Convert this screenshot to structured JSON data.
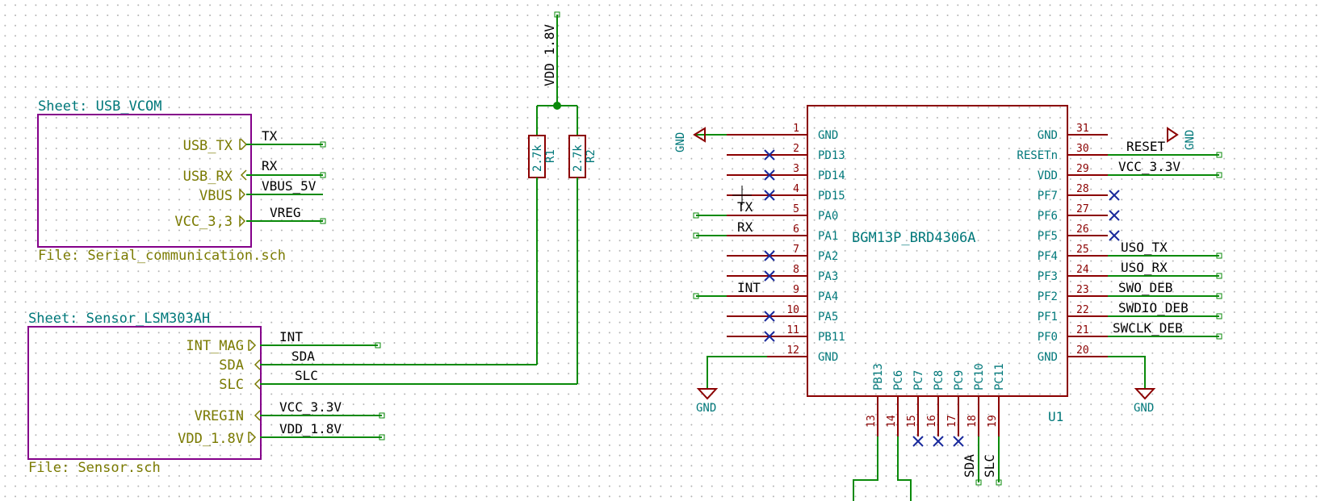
{
  "sheets": [
    {
      "title": "Sheet: USB_VCOM",
      "file": "File: Serial_communication.sch",
      "pins": [
        "USB_TX",
        "USB_RX",
        "VBUS",
        "VCC_3,3"
      ]
    },
    {
      "title": "Sheet: Sensor_LSM303AH",
      "file": "File: Sensor.sch",
      "pins": [
        "INT_MAG",
        "SDA",
        "SLC",
        "VREGIN",
        "VDD_1.8V"
      ]
    }
  ],
  "net_labels": {
    "usb": [
      "TX",
      "RX",
      "VBUS_5V",
      "VREG"
    ],
    "sensor": [
      "INT",
      "SDA",
      "SLC",
      "VCC_3.3V",
      "VDD_1.8V"
    ],
    "vdd_top": "VDD_1.8V",
    "mcu_left": [
      "TX",
      "RX",
      "INT"
    ],
    "mcu_right": [
      "RESET",
      "VCC_3.3V",
      "USO_TX",
      "USO_RX",
      "SWO_DEB",
      "SWDIO_DEB",
      "SWCLK_DEB"
    ],
    "mcu_bottom": [
      "SDA",
      "SLC"
    ]
  },
  "resistors": [
    {
      "value": "2.7k",
      "ref": "R1"
    },
    {
      "value": "2.7k",
      "ref": "R2"
    }
  ],
  "ic": {
    "name": "BGM13P_BRD4306A",
    "ref": "U1",
    "left_pins": [
      {
        "num": "1",
        "name": "GND"
      },
      {
        "num": "2",
        "name": "PD13"
      },
      {
        "num": "3",
        "name": "PD14"
      },
      {
        "num": "4",
        "name": "PD15"
      },
      {
        "num": "5",
        "name": "PA0"
      },
      {
        "num": "6",
        "name": "PA1"
      },
      {
        "num": "7",
        "name": "PA2"
      },
      {
        "num": "8",
        "name": "PA3"
      },
      {
        "num": "9",
        "name": "PA4"
      },
      {
        "num": "10",
        "name": "PA5"
      },
      {
        "num": "11",
        "name": "PB11"
      },
      {
        "num": "12",
        "name": "GND"
      }
    ],
    "right_pins": [
      {
        "num": "31",
        "name": "GND"
      },
      {
        "num": "30",
        "name": "RESETn"
      },
      {
        "num": "29",
        "name": "VDD"
      },
      {
        "num": "28",
        "name": "PF7"
      },
      {
        "num": "27",
        "name": "PF6"
      },
      {
        "num": "26",
        "name": "PF5"
      },
      {
        "num": "25",
        "name": "PF4"
      },
      {
        "num": "24",
        "name": "PF3"
      },
      {
        "num": "23",
        "name": "PF2"
      },
      {
        "num": "22",
        "name": "PF1"
      },
      {
        "num": "21",
        "name": "PF0"
      },
      {
        "num": "20",
        "name": "GND"
      }
    ],
    "bottom_pins": [
      {
        "num": "13",
        "name": "PB13"
      },
      {
        "num": "14",
        "name": "PC6"
      },
      {
        "num": "15",
        "name": "PC7"
      },
      {
        "num": "16",
        "name": "PC8"
      },
      {
        "num": "17",
        "name": "PC9"
      },
      {
        "num": "18",
        "name": "PC10"
      },
      {
        "num": "19",
        "name": "PC11"
      }
    ]
  },
  "gnd_symbols": [
    "GND",
    "GND",
    "GND",
    "GND"
  ]
}
